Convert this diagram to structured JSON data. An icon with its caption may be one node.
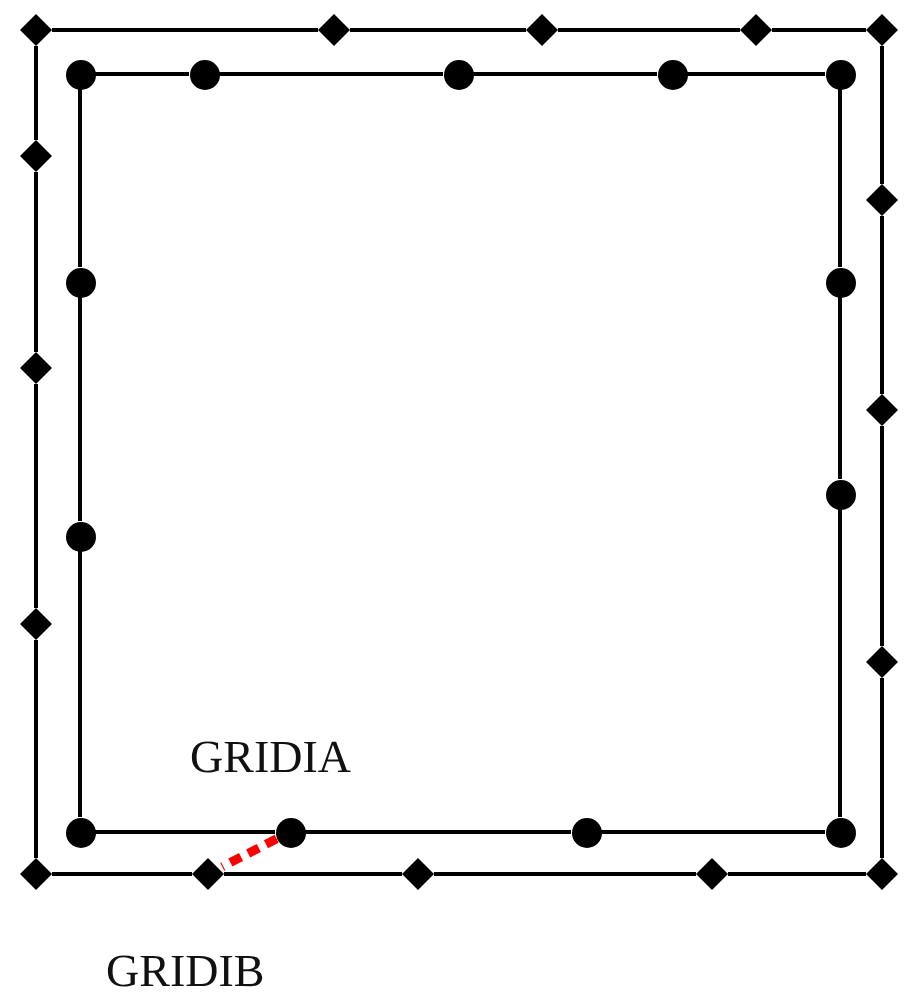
{
  "diagram": {
    "nodes": [
      {
        "text": [],
        "shape": "diamond"
      },
      {
        "text": [],
        "shape": "diamond"
      },
      {
        "text": [],
        "shape": "diamond"
      },
      {
        "text": [],
        "shape": "diamond"
      },
      {
        "text": [],
        "shape": "diamond"
      },
      {
        "text": [],
        "shape": "diamond"
      },
      {
        "text": [],
        "shape": "diamond"
      },
      {
        "text": [],
        "shape": "diamond"
      },
      {
        "text": [],
        "shape": "diamond"
      },
      {
        "text": [],
        "shape": "diamond"
      },
      {
        "text": [],
        "shape": "diamond"
      },
      {
        "text": [],
        "shape": "diamond",
        "beside": [
          "GRIDIB"
        ]
      },
      {
        "text": [],
        "shape": "diamond"
      },
      {
        "text": [],
        "shape": "diamond"
      },
      {
        "text": [],
        "shape": "diamond"
      },
      {
        "text": [],
        "shape": "diamond"
      },
      {
        "text": [],
        "shape": "circle"
      },
      {
        "text": [],
        "shape": "circle"
      },
      {
        "text": [],
        "shape": "circle"
      },
      {
        "text": [],
        "shape": "circle"
      },
      {
        "text": [],
        "shape": "circle"
      },
      {
        "text": [],
        "shape": "circle"
      },
      {
        "text": [],
        "shape": "circle"
      },
      {
        "text": [],
        "shape": "circle"
      },
      {
        "text": [],
        "shape": "circle"
      },
      {
        "text": [],
        "shape": "circle",
        "beside": [
          "GRIDIA"
        ]
      },
      {
        "text": [],
        "shape": "circle"
      },
      {
        "text": [],
        "shape": "circle"
      },
      {
        "text": [],
        "shape": "circle"
      }
    ],
    "edges": [
      {
        "from": 0,
        "to": 1,
        "arrow": "none"
      },
      {
        "from": 1,
        "to": 2,
        "arrow": "none"
      },
      {
        "from": 2,
        "to": 3,
        "arrow": "none"
      },
      {
        "from": 3,
        "to": 4,
        "arrow": "none"
      },
      {
        "from": 4,
        "to": 5,
        "arrow": "none"
      },
      {
        "from": 5,
        "to": 6,
        "arrow": "none"
      },
      {
        "from": 6,
        "to": 7,
        "arrow": "none"
      },
      {
        "from": 7,
        "to": 8,
        "arrow": "none"
      },
      {
        "from": 8,
        "to": 9,
        "arrow": "none"
      },
      {
        "from": 9,
        "to": 10,
        "arrow": "none"
      },
      {
        "from": 10,
        "to": 11,
        "arrow": "none"
      },
      {
        "from": 11,
        "to": 12,
        "arrow": "none"
      },
      {
        "from": 12,
        "to": 13,
        "arrow": "none"
      },
      {
        "from": 13,
        "to": 14,
        "arrow": "none"
      },
      {
        "from": 14,
        "to": 15,
        "arrow": "none"
      },
      {
        "from": 15,
        "to": 0,
        "arrow": "none"
      },
      {
        "from": 16,
        "to": 17,
        "arrow": "none"
      },
      {
        "from": 17,
        "to": 18,
        "arrow": "none"
      },
      {
        "from": 18,
        "to": 19,
        "arrow": "none"
      },
      {
        "from": 19,
        "to": 20,
        "arrow": "none"
      },
      {
        "from": 20,
        "to": 21,
        "arrow": "none"
      },
      {
        "from": 21,
        "to": 22,
        "arrow": "none"
      },
      {
        "from": 22,
        "to": 23,
        "arrow": "none"
      },
      {
        "from": 23,
        "to": 24,
        "arrow": "none"
      },
      {
        "from": 24,
        "to": 25,
        "arrow": "none"
      },
      {
        "from": 25,
        "to": 26,
        "arrow": "none"
      },
      {
        "from": 26,
        "to": 27,
        "arrow": "none"
      },
      {
        "from": 27,
        "to": 28,
        "arrow": "none"
      },
      {
        "from": 28,
        "to": 16,
        "arrow": "none"
      },
      {
        "from": 25,
        "to": 11,
        "arrow": "none",
        "style": "dashed",
        "color": "#ff0000"
      }
    ]
  }
}
